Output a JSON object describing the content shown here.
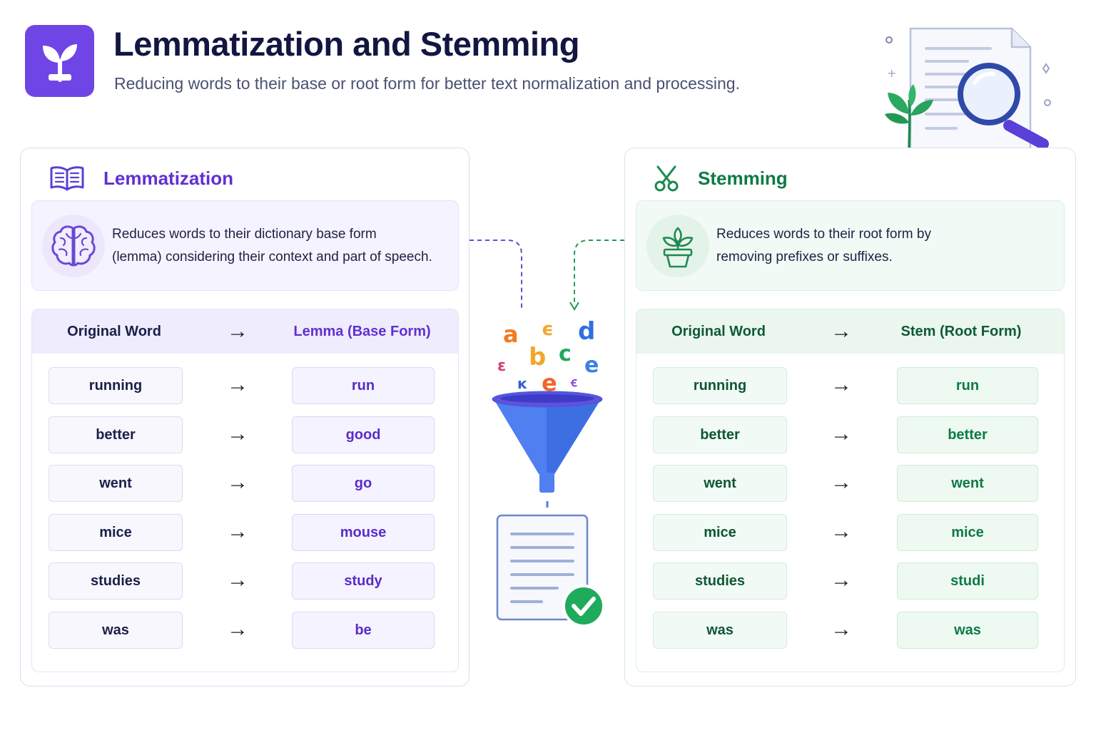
{
  "header": {
    "title": "Lemmatization and Stemming",
    "subtitle": "Reducing words to their base or root form for better text normalization and processing."
  },
  "lemmatization": {
    "title": "Lemmatization",
    "description_line1": "Reduces words to their dictionary base form",
    "description_line2": "(lemma) considering their context and part of speech.",
    "col_original": "Original Word",
    "col_arrow": "→",
    "col_result": "Lemma (Base Form)",
    "rows": [
      {
        "original": "running",
        "arrow": "→",
        "result": "run"
      },
      {
        "original": "better",
        "arrow": "→",
        "result": "good"
      },
      {
        "original": "went",
        "arrow": "→",
        "result": "go"
      },
      {
        "original": "mice",
        "arrow": "→",
        "result": "mouse"
      },
      {
        "original": "studies",
        "arrow": "→",
        "result": "study"
      },
      {
        "original": "was",
        "arrow": "→",
        "result": "be"
      }
    ]
  },
  "stemming": {
    "title": "Stemming",
    "description_line1": "Reduces words to their root form by",
    "description_line2": "removing prefixes or suffixes.",
    "col_original": "Original Word",
    "col_arrow": "→",
    "col_result": "Stem (Root Form)",
    "rows": [
      {
        "original": "running",
        "arrow": "→",
        "result": "run"
      },
      {
        "original": "better",
        "arrow": "→",
        "result": "better"
      },
      {
        "original": "went",
        "arrow": "→",
        "result": "went"
      },
      {
        "original": "mice",
        "arrow": "→",
        "result": "mice"
      },
      {
        "original": "studies",
        "arrow": "→",
        "result": "studi"
      },
      {
        "original": "was",
        "arrow": "→",
        "result": "was"
      }
    ]
  },
  "funnel_letters": [
    "a",
    "ϵ",
    "d",
    "b",
    "c",
    "ɛ",
    "e",
    "ĸ",
    "e",
    "ꞓ"
  ],
  "icons": {
    "logo": "sprout-icon",
    "hero": "document-search-icon",
    "lemmatization": "open-book-icon",
    "lemmatization_desc": "brain-icon",
    "stemming": "scissors-icon",
    "stemming_desc": "potted-plant-icon",
    "middle": "funnel-icon",
    "output": "document-check-icon"
  },
  "colors": {
    "primary_purple": "#6f45e6",
    "lemma_accent": "#6030d2",
    "stem_accent": "#0e7a45",
    "funnel_blue": "#4f7ff0",
    "check_green": "#1faa5c"
  }
}
